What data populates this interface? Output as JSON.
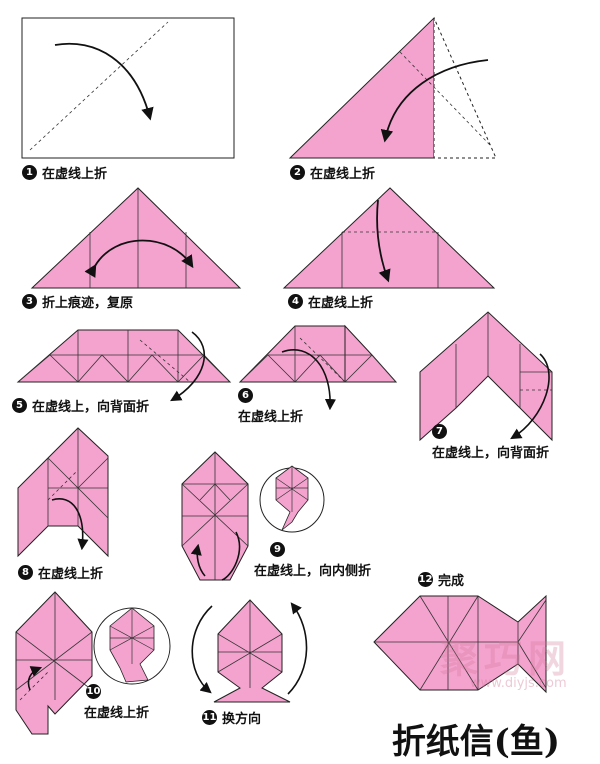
{
  "title": "折纸信(鱼)",
  "watermark": {
    "text": "聚巧网",
    "url": "www.diyjs.com"
  },
  "steps": [
    {
      "number": "1",
      "caption": "在虚线上折"
    },
    {
      "number": "2",
      "caption": "在虚线上折"
    },
    {
      "number": "3",
      "caption": "折上痕迹，复原"
    },
    {
      "number": "4",
      "caption": "在虚线上折"
    },
    {
      "number": "5",
      "caption": "在虚线上，向背面折"
    },
    {
      "number": "6",
      "caption": "在虚线上折"
    },
    {
      "number": "7",
      "caption": "在虚线上，向背面折"
    },
    {
      "number": "8",
      "caption": "在虚线上折"
    },
    {
      "number": "9",
      "caption": "在虚线上，向内侧折"
    },
    {
      "number": "10",
      "caption": "在虚线上折"
    },
    {
      "number": "11",
      "caption": "换方向"
    },
    {
      "number": "12",
      "caption": "完成"
    }
  ],
  "colors": {
    "paper": "#f4a3cf",
    "line": "#2a2a2a"
  }
}
